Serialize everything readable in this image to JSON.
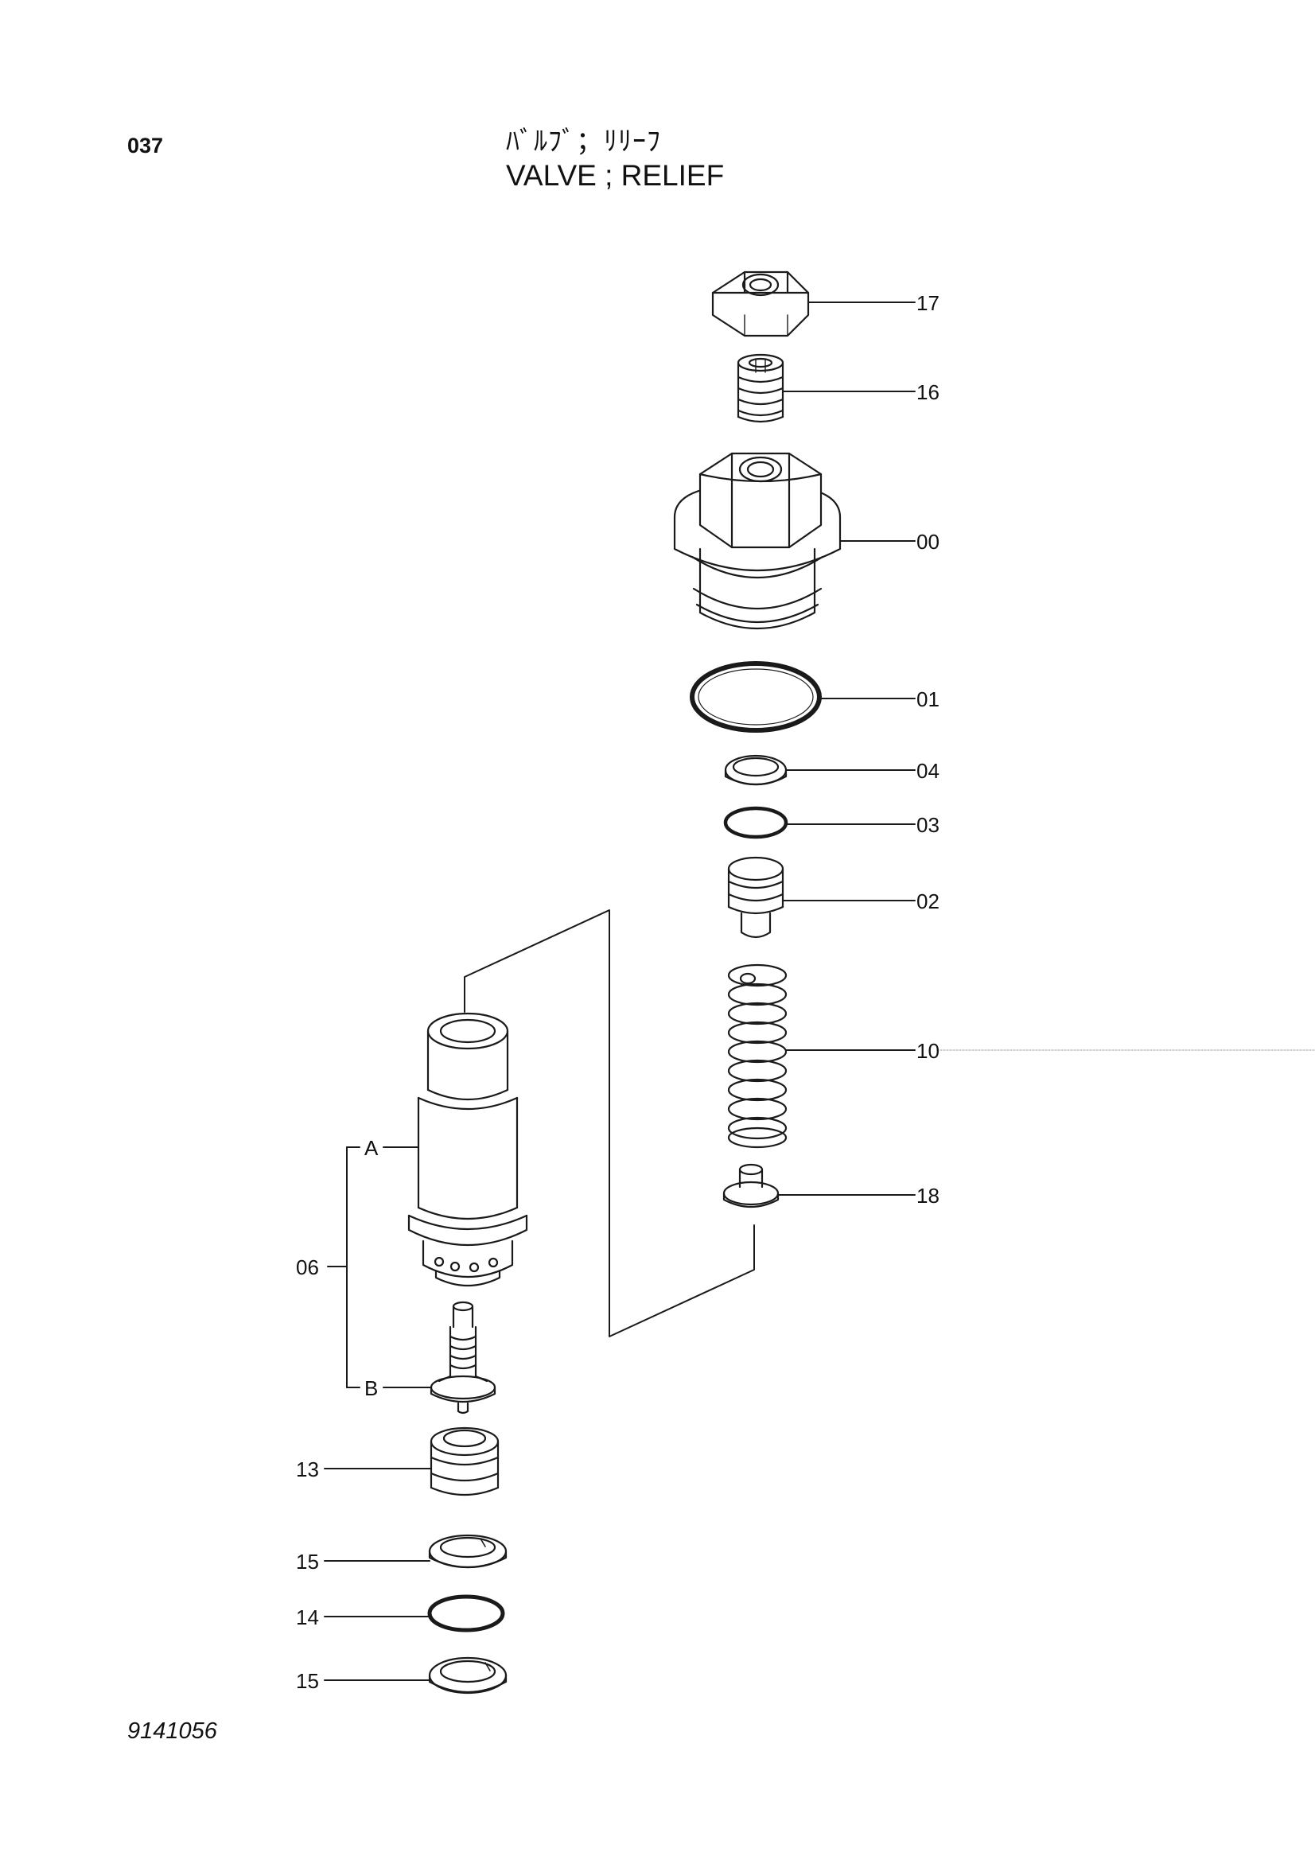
{
  "header": {
    "page_number": "037",
    "title_jp": "ﾊﾞﾙﾌﾞ；ﾘﾘｰﾌ",
    "title_en": "VALVE ; RELIEF"
  },
  "footer": {
    "drawing_number": "9141056"
  },
  "diagram": {
    "labels": {
      "p17": "17",
      "p16": "16",
      "p00": "00",
      "p01": "01",
      "p04": "04",
      "p03": "03",
      "p02": "02",
      "p10": "10",
      "p18": "18",
      "p06": "06",
      "pA": "A",
      "pB": "B",
      "p13": "13",
      "p15a": "15",
      "p14": "14",
      "p15b": "15"
    },
    "stroke_color": "#1a1a1a"
  }
}
